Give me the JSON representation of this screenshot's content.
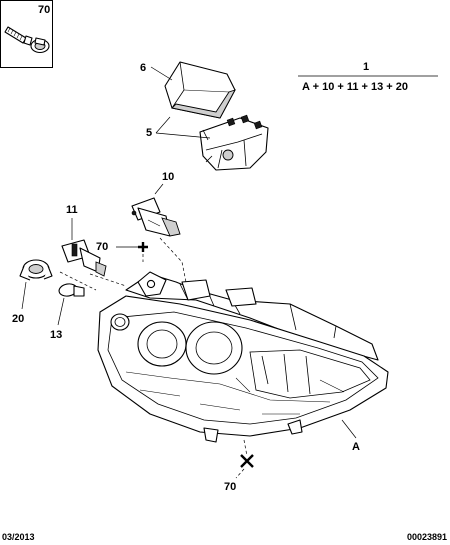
{
  "parts": {
    "p70_box": "70",
    "p6": "6",
    "p5": "5",
    "p1": "1",
    "formula": "A + 10 + 11 + 13 + 20",
    "p10": "10",
    "p11": "11",
    "p70_mid": "70",
    "p20": "20",
    "p13": "13",
    "pA": "A",
    "p70_bottom": "70"
  },
  "footer": {
    "date": "03/2013",
    "ref": "00023891"
  }
}
